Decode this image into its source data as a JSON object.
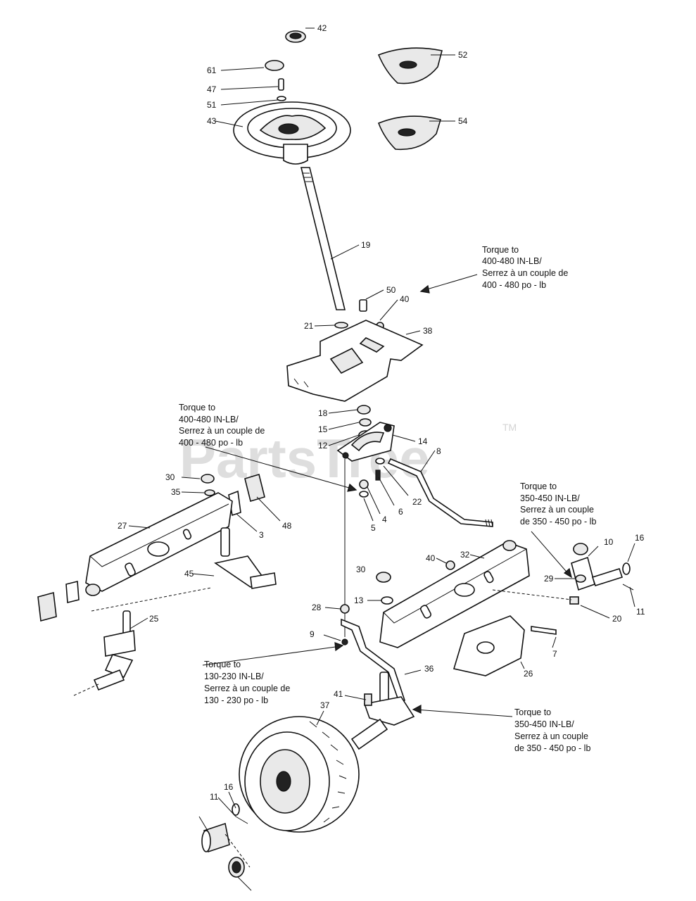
{
  "watermark": {
    "text": "PartsTree",
    "trademark": "TM"
  },
  "part_numbers": [
    "42",
    "52",
    "61",
    "47",
    "51",
    "43",
    "54",
    "19",
    "50",
    "40",
    "21",
    "38",
    "18",
    "15",
    "12",
    "14",
    "8",
    "30",
    "35",
    "3",
    "48",
    "27",
    "22",
    "6",
    "4",
    "5",
    "45",
    "25",
    "32",
    "10",
    "16",
    "29",
    "20",
    "11",
    "28",
    "13",
    "9",
    "7",
    "26",
    "36",
    "41",
    "37"
  ],
  "torque_notes": [
    {
      "lines": [
        "Torque to",
        "400-480 IN-LB/",
        "Serrez à un couple de",
        "400 - 480 po - lb"
      ]
    },
    {
      "lines": [
        "Torque to",
        "400-480 IN-LB/",
        "Serrez à un couple de",
        "400 - 480 po - lb"
      ]
    },
    {
      "lines": [
        "Torque to",
        "350-450 IN-LB/",
        "Serrez à un couple",
        "de 350 - 450 po - lb"
      ]
    },
    {
      "lines": [
        "Torque to",
        "130-230 IN-LB/",
        "Serrez à un couple de",
        "130 - 230 po - lb"
      ]
    },
    {
      "lines": [
        "Torque to",
        "350-450 IN-LB/",
        "Serrez à un couple",
        "de 350 - 450 po - lb"
      ]
    }
  ]
}
